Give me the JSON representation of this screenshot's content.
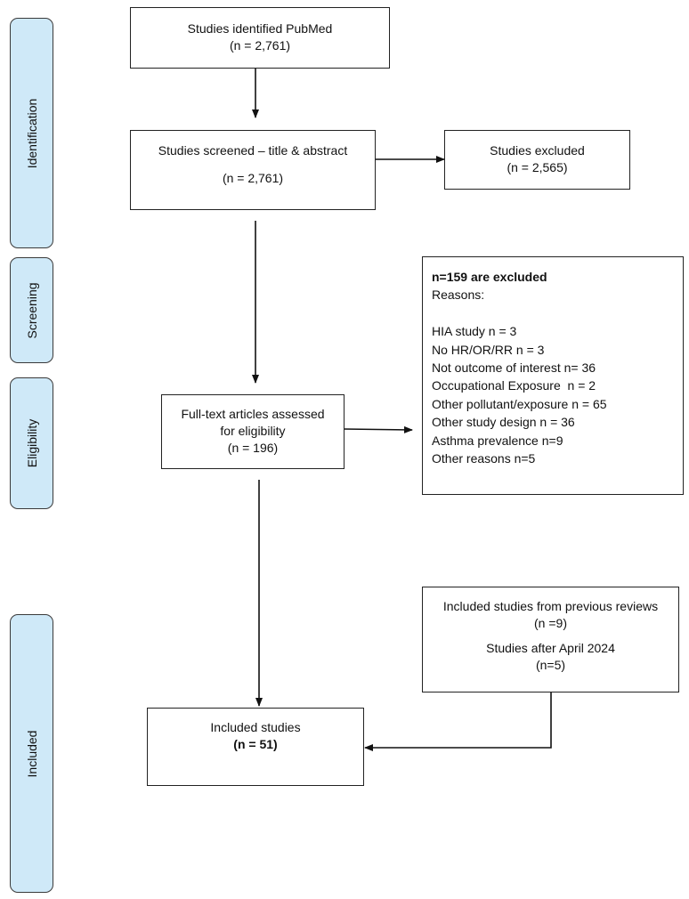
{
  "phases": {
    "identification": "Identification",
    "screening": "Screening",
    "eligibility": "Eligibility",
    "included": "Included"
  },
  "identified": {
    "title": "Studies identified PubMed",
    "count": "(n = 2,761)"
  },
  "screened": {
    "title": "Studies screened – title & abstract",
    "count": "(n = 2,761)"
  },
  "excluded_screening": {
    "title": "Studies excluded",
    "count": "(n = 2,565)"
  },
  "fulltext": {
    "line1": "Full-text articles assessed",
    "line2": "for eligibility",
    "count": "(n = 196)"
  },
  "excluded_fulltext": {
    "heading": "n=159 are excluded",
    "reasons_label": "Reasons:",
    "reasons": [
      "HIA study n = 3",
      "No HR/OR/RR n = 3",
      "Not outcome of interest n= 36",
      "Occupational Exposure  n = 2",
      "Other pollutant/exposure n = 65",
      "Other study design n = 36",
      "Asthma prevalence n=9",
      "Other reasons n=5"
    ]
  },
  "previous": {
    "line1": "Included studies from previous reviews",
    "count1": "(n =9)",
    "line2": "Studies after April 2024",
    "count2": "(n=5)"
  },
  "included": {
    "title": "Included studies",
    "count": "(n = 51)"
  }
}
